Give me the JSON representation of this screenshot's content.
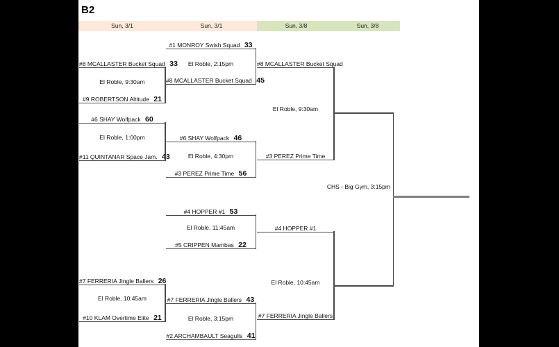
{
  "title": "B2",
  "column_headers": [
    {
      "label": "Sun, 3/1"
    },
    {
      "label": "Sun, 3/1"
    },
    {
      "label": "Sun, 3/8"
    },
    {
      "label": "Sun, 3/8"
    }
  ],
  "colors": {
    "header_round1": "#fce9d9",
    "header_round2": "#d8e4bc",
    "bracket_line": "#4a4a4a",
    "champion_line": "#808080"
  },
  "bracket": {
    "round1": [
      {
        "top_team": "#8 MCALLASTER Bucket Squad",
        "top_score": "33",
        "info": "El Roble, 9:30am",
        "bottom_team": "#9 ROBERTSON Altitude",
        "bottom_score": "21"
      },
      {
        "top_team": "#6 SHAY Wolfpack",
        "top_score": "60",
        "info": "El Roble, 1:00pm",
        "bottom_team": "#11 QUINTANAR Space Jam.",
        "bottom_score": "43"
      },
      {
        "top_team": "#7 FERRERIA Jingle Ballers",
        "top_score": "26",
        "info": "El Roble, 10:45am",
        "bottom_team": "#10 KLAM Overtime Elite",
        "bottom_score": "21"
      }
    ],
    "round2": [
      {
        "top_team": "#1 MONROY Swish Squad",
        "top_score": "33",
        "info": "El Roble, 2:15pm",
        "bottom_team": "#8 MCALLASTER Bucket Squad",
        "bottom_score": "45"
      },
      {
        "top_team": "#6 SHAY Wolfpack",
        "top_score": "46",
        "info": "El Roble, 4:30pm",
        "bottom_team": "#3 PEREZ Prime Time",
        "bottom_score": "56"
      },
      {
        "top_team": "#4 HOPPER #1",
        "top_score": "53",
        "info": "El Roble, 11:45am",
        "bottom_team": "#5 CRIPPEN Mambas",
        "bottom_score": "22"
      },
      {
        "top_team": "#7 FERRERIA Jingle Ballers",
        "top_score": "43",
        "info": "El Roble, 3:15pm",
        "bottom_team": "#2 ARCHAMBAULT Seagulls",
        "bottom_score": "41"
      }
    ],
    "semifinals": [
      {
        "top_team": "#8 MCALLASTER Bucket Squad",
        "info": "El Roble, 9:30am",
        "bottom_team": "#3 PEREZ Prime Time"
      },
      {
        "top_team": "#4 HOPPER #1",
        "info": "El Roble, 10:45am",
        "bottom_team": "#7 FERRERIA Jingle Ballers"
      }
    ],
    "final": {
      "location": "CHS - Big Gym, 3:15pm"
    }
  }
}
